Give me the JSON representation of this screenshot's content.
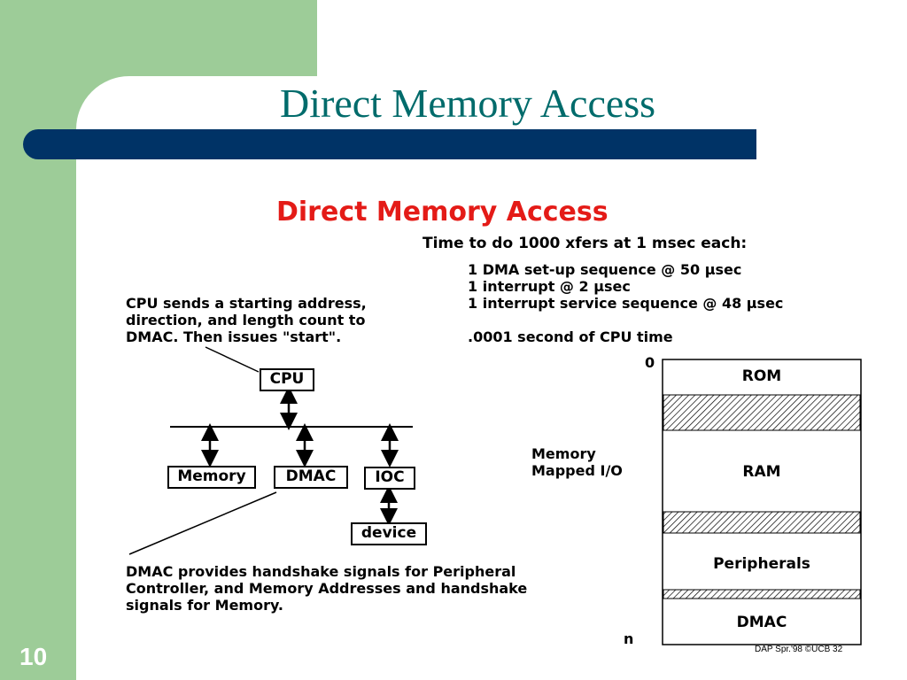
{
  "slide": {
    "title": "Direct Memory Access",
    "page_number": "10"
  },
  "figure": {
    "title": "Direct Memory Access",
    "timing": {
      "header": "Time to do 1000 xfers at 1 msec each:",
      "lines": [
        "1 DMA set-up sequence @ 50 µsec",
        "1 interrupt @ 2 µsec",
        "1 interrupt service sequence @ 48 µsec"
      ],
      "result": ".0001 second of CPU time"
    },
    "cpu_note": {
      "lines": [
        "CPU sends a starting address,",
        "direction,  and length count to",
        "DMAC. Then issues \"start\"."
      ]
    },
    "dmac_note": {
      "lines": [
        "DMAC provides handshake signals for Peripheral",
        "Controller, and Memory Addresses and handshake",
        "signals for Memory."
      ]
    },
    "blocks": {
      "cpu": "CPU",
      "memory": "Memory",
      "dmac": "DMAC",
      "ioc": "IOC",
      "device": "device"
    },
    "memory_map": {
      "top_label": "0",
      "bottom_label": "n",
      "side_label_lines": [
        "Memory",
        "Mapped I/O"
      ],
      "regions": [
        "ROM",
        "RAM",
        "Peripherals",
        "DMAC"
      ]
    },
    "credit": "DAP Spr.'98 ©UCB 32"
  }
}
